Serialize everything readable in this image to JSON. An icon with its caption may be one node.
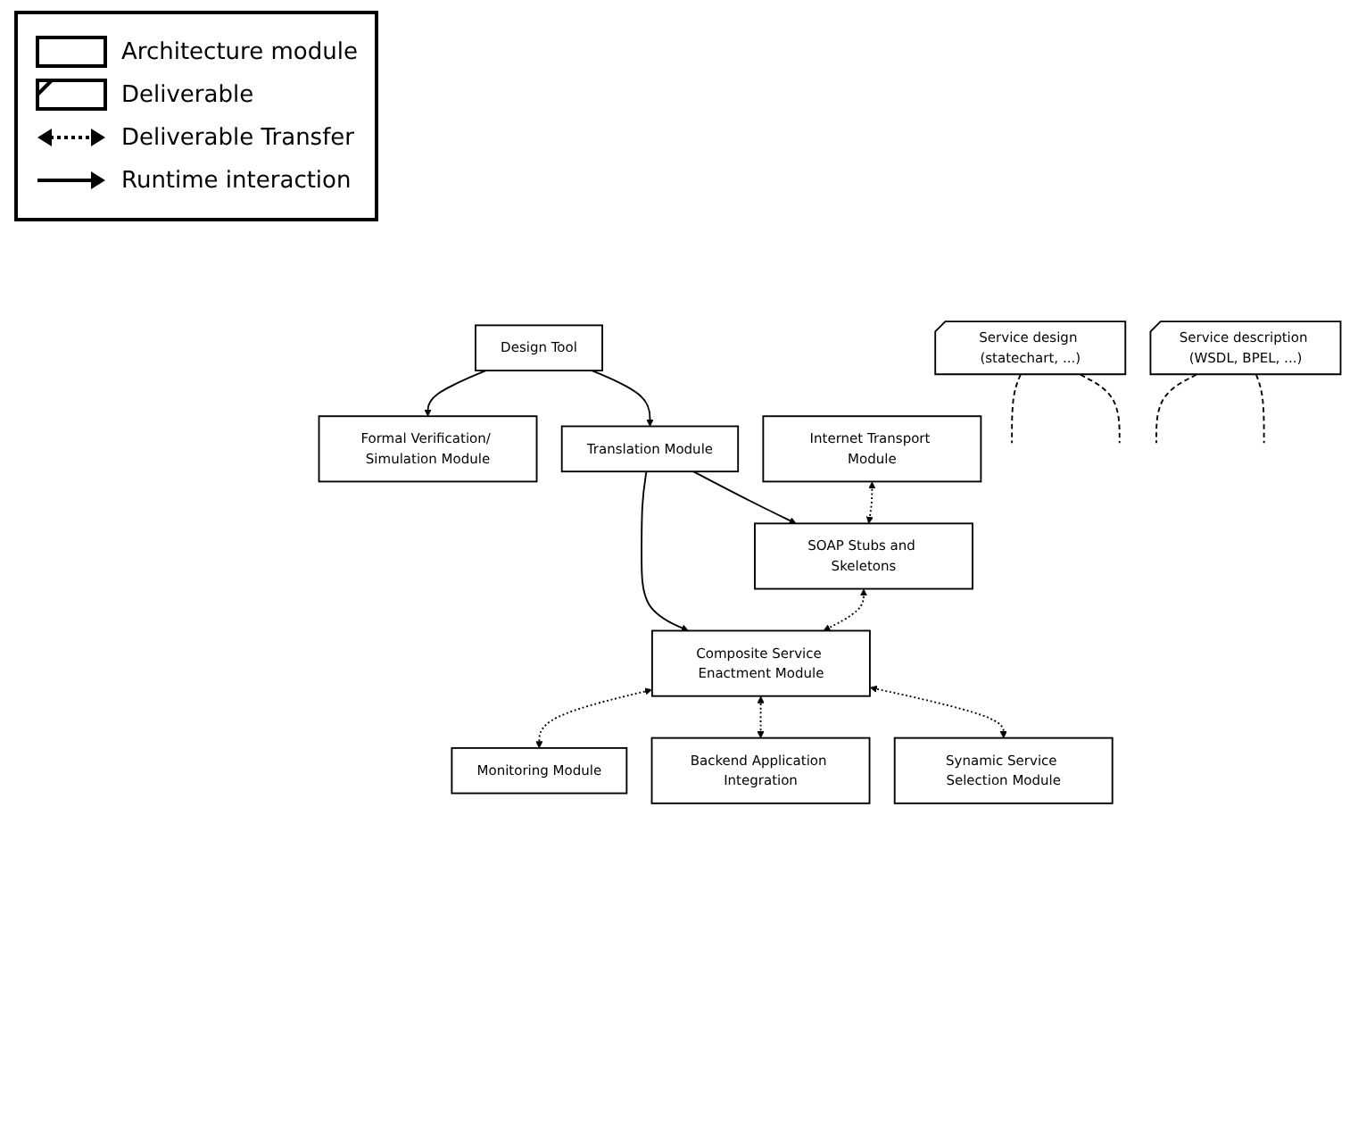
{
  "diagram": {
    "nodes": [
      {
        "text": [
          "Design Tool"
        ]
      },
      {
        "text": [
          "Service design (statechart, ...)"
        ]
      },
      {
        "text": [
          "Formal Verification/ Simulation Module"
        ]
      },
      {
        "text": [
          "Translation Module"
        ]
      },
      {
        "text": [
          "Service description (WSDL, BPEL, ...)"
        ]
      },
      {
        "text": [
          "Internet Transport Module"
        ]
      },
      {
        "text": [
          "SOAP Stubs and Skeletons"
        ]
      },
      {
        "text": [
          "Composite Service Enactment Module"
        ]
      },
      {
        "text": [
          "Monitoring Module"
        ]
      },
      {
        "text": [
          "Backend Application Integration"
        ]
      },
      {
        "text": [
          "Synamic Service Selection Module"
        ]
      }
    ],
    "edges": [
      {
        "from": 0,
        "to": 2,
        "arrow": "to"
      },
      {
        "from": 0,
        "to": 3,
        "arrow": "to"
      },
      {
        "from": 1,
        "to": null,
        "arrow": "none",
        "style": "dashed"
      },
      {
        "from": 1,
        "to": null,
        "arrow": "none",
        "style": "dashed"
      },
      {
        "from": 3,
        "to": 6,
        "arrow": "to"
      },
      {
        "from": 3,
        "to": 7,
        "arrow": "to"
      },
      {
        "from": 4,
        "to": null,
        "arrow": "none",
        "style": "dashed"
      },
      {
        "from": 4,
        "to": null,
        "arrow": "none",
        "style": "dashed"
      },
      {
        "from": 5,
        "to": 6,
        "arrow": "both",
        "style": "dashed"
      },
      {
        "from": 6,
        "to": 7,
        "arrow": "both",
        "style": "dashed"
      },
      {
        "from": 7,
        "to": 8,
        "arrow": "both",
        "style": "dashed"
      },
      {
        "from": 7,
        "to": 9,
        "arrow": "both",
        "style": "dashed"
      },
      {
        "from": 7,
        "to": 10,
        "arrow": "both",
        "style": "dashed"
      }
    ],
    "legend": [
      {
        "text": "Architecture module"
      },
      {
        "text": "Deliverable"
      },
      {
        "text": "Deliverable Transfer"
      },
      {
        "text": "Runtime interaction"
      }
    ]
  }
}
